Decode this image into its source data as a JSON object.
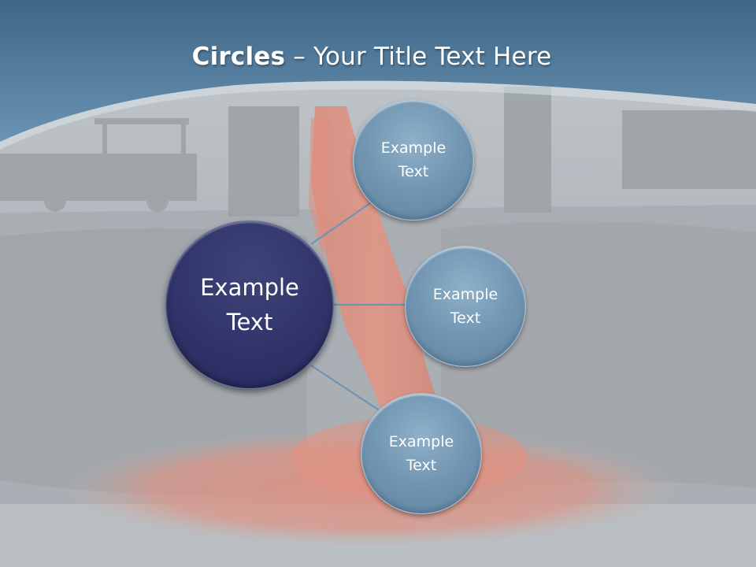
{
  "slide": {
    "title_bold": "Circles",
    "title_rest": " – Your Title Text Here"
  },
  "diagram": {
    "center": {
      "line1": "Example",
      "line2": "Text"
    },
    "satellites": [
      {
        "line1": "Example",
        "line2": "Text"
      },
      {
        "line1": "Example",
        "line2": "Text"
      },
      {
        "line1": "Example",
        "line2": "Text"
      }
    ]
  },
  "colors": {
    "header_band": "#4d7698",
    "center_circle": "#30346a",
    "satellite_circle": "#6f93b0",
    "connector": "#6e94b3",
    "lava": "#e9705a"
  }
}
